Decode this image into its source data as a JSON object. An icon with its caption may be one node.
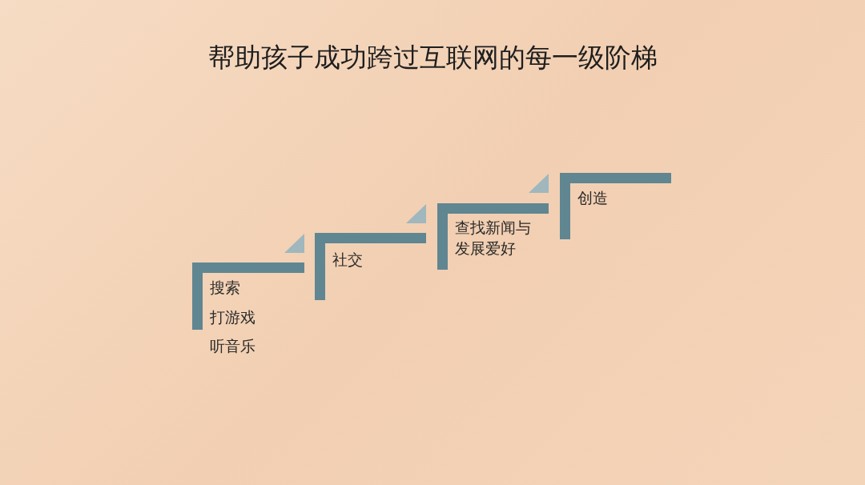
{
  "diagram": {
    "title": "帮助孩子成功跨过互联网的每一级阶梯",
    "nodes": [
      {
        "text": [
          "搜索",
          "打游戏",
          "听音乐"
        ]
      },
      {
        "text": [
          "社交"
        ]
      },
      {
        "text": [
          "查找新闻与发展爱好"
        ]
      },
      {
        "text": [
          "创造"
        ]
      }
    ],
    "edges": [
      {
        "from": 1,
        "to": 0,
        "arrow": "to"
      },
      {
        "from": 2,
        "to": 1,
        "arrow": "to"
      },
      {
        "from": 3,
        "to": 2,
        "arrow": "to"
      }
    ]
  }
}
